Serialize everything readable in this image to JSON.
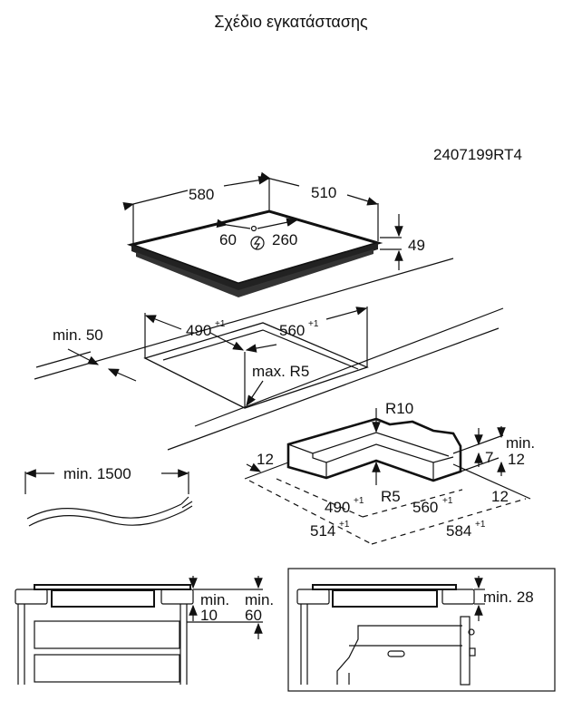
{
  "title": "Σχέδιο εγκατάστασης",
  "code": "2407199RT4",
  "hob": {
    "width": "580",
    "depth": "510",
    "height": "49",
    "conn_left": "60",
    "conn_right": "260"
  },
  "cutout": {
    "depth": "490",
    "width": "560",
    "tol": "+1",
    "radius": "max. R5",
    "edge_min": "min. 50"
  },
  "cable": {
    "length": "min. 1500"
  },
  "frame": {
    "r_outer": "R10",
    "r_inner": "R5",
    "w12a": "12",
    "depth": "490",
    "width": "560",
    "tol": "+1",
    "min": "min.",
    "seven": "7",
    "twelve_b": "12",
    "twelve_c": "12",
    "outer_depth": "514",
    "outer_width": "584"
  },
  "section_left": {
    "min_a": "min.",
    "val_a": "10",
    "min_b": "min.",
    "val_b": "60"
  },
  "section_right": {
    "min_label": "min. 28"
  }
}
